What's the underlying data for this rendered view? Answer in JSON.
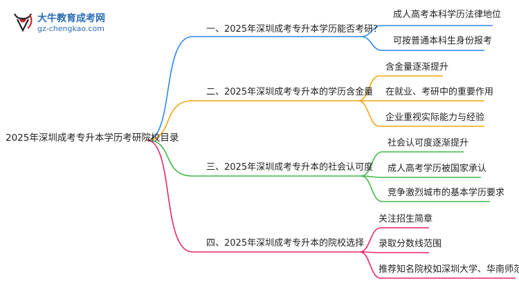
{
  "logo": {
    "icon": "bull-head-logo",
    "title": "大牛教育成考网",
    "url": "gz-chengkao.com"
  },
  "root": {
    "label": "2025年深圳成考专升本学历考研院校目录"
  },
  "branches": [
    {
      "label": "一、2025年深圳成考专升本学历能否考研？",
      "color": "#2f86e6",
      "children": [
        "成人高考本科学历法律地位",
        "可按普通本科生身份报考"
      ]
    },
    {
      "label": "二、2025年深圳成考专升本的学历含金量",
      "color": "#f0a50f",
      "children": [
        "含金量逐渐提升",
        "在就业、考研中的重要作用",
        "企业重视实际能力与经验"
      ]
    },
    {
      "label": "三、2025年深圳成考专升本的社会认可度",
      "color": "#3cb846",
      "children": [
        "社会认可度逐渐提升",
        "成人高考学历被国家承认",
        "竞争激烈城市的基本学历要求"
      ]
    },
    {
      "label": "四、2025年深圳成考专升本的院校选择",
      "color": "#e5246d",
      "children": [
        "关注招生简章",
        "录取分数线范围",
        "推荐知名院校如深圳大学、华南师范大学"
      ]
    }
  ]
}
